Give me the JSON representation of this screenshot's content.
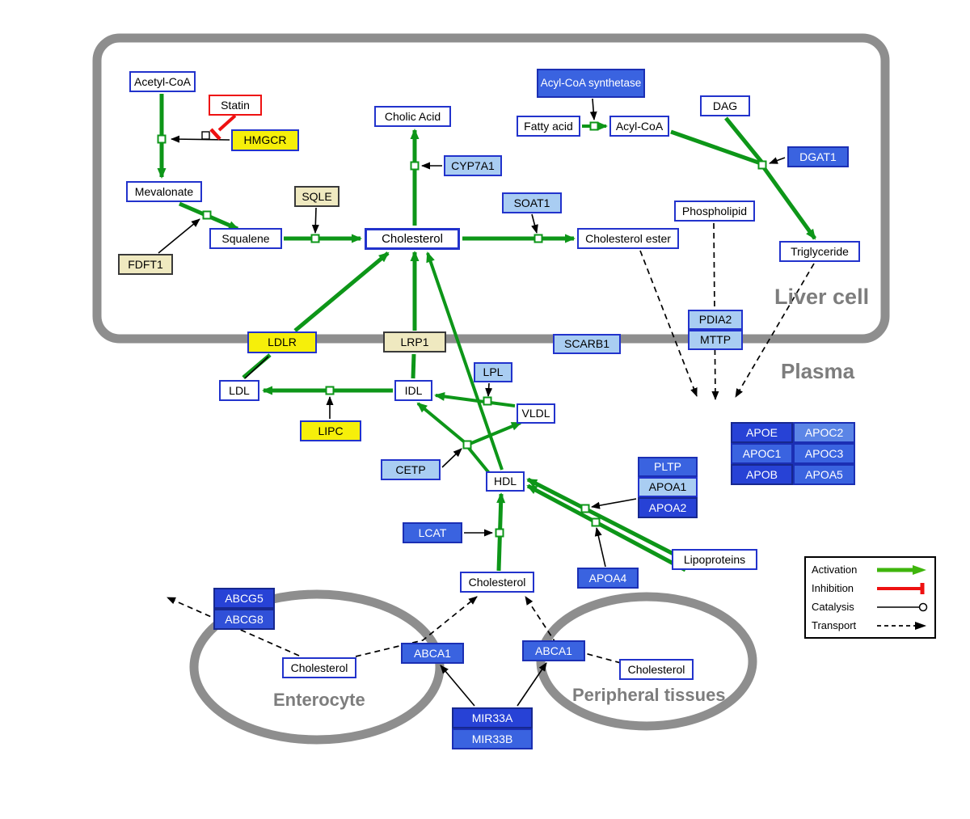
{
  "regions": {
    "liver_cell": "Liver cell",
    "plasma": "Plasma",
    "enterocyte": "Enterocyte",
    "peripheral_tissues": "Peripheral tissues"
  },
  "nodes": {
    "acetyl_coa": "Acetyl-CoA",
    "statin": "Statin",
    "hmgcr": "HMGCR",
    "mevalonate": "Mevalonate",
    "sqle": "SQLE",
    "fdft1": "FDFT1",
    "squalene": "Squalene",
    "cholic_acid": "Cholic Acid",
    "cyp7a1": "CYP7A1",
    "cholesterol_liver": "Cholesterol",
    "soat1": "SOAT1",
    "cholesterol_ester": "Cholesterol ester",
    "acyl_coa_synthetase": "Acyl-CoA synthetase",
    "fatty_acid": "Fatty acid",
    "acyl_coa": "Acyl-CoA",
    "dag": "DAG",
    "dgat1": "DGAT1",
    "phospholipid": "Phospholipid",
    "triglyceride": "Triglyceride",
    "pdia2": "PDIA2",
    "mttp": "MTTP",
    "ldlr": "LDLR",
    "lrp1": "LRP1",
    "scarb1": "SCARB1",
    "ldl": "LDL",
    "idl": "IDL",
    "lpl": "LPL",
    "vldl": "VLDL",
    "lipc": "LIPC",
    "cetp": "CETP",
    "hdl": "HDL",
    "pltp": "PLTP",
    "apoa1": "APOA1",
    "apoa2": "APOA2",
    "lcat": "LCAT",
    "apoa4": "APOA4",
    "lipoproteins": "Lipoproteins",
    "apoe": "APOE",
    "apoc2": "APOC2",
    "apoc1": "APOC1",
    "apoc3": "APOC3",
    "apob": "APOB",
    "apoa5": "APOA5",
    "cholesterol_plasma": "Cholesterol",
    "abcg5": "ABCG5",
    "abcg8": "ABCG8",
    "cholesterol_enterocyte": "Cholesterol",
    "abca1_enterocyte": "ABCA1",
    "abca1_peripheral": "ABCA1",
    "cholesterol_peripheral": "Cholesterol",
    "mir33a": "MIR33A",
    "mir33b": "MIR33B"
  },
  "legend": {
    "activation": "Activation",
    "inhibition": "Inhibition",
    "catalysis": "Catalysis",
    "transport": "Transport"
  },
  "colors": {
    "activation_green": "#0d9618",
    "inhibition_red": "#ee1111",
    "metabolite_border_blue": "#2233cc",
    "enzyme_yellow": "#f6ef0a",
    "enzyme_pale_yellow": "#efe9c0",
    "protein_light_blue": "#a9cdf2",
    "protein_medium_blue": "#3a63e0",
    "protein_dark_blue": "#2742d6",
    "membrane_gray": "#8e8e8e"
  }
}
